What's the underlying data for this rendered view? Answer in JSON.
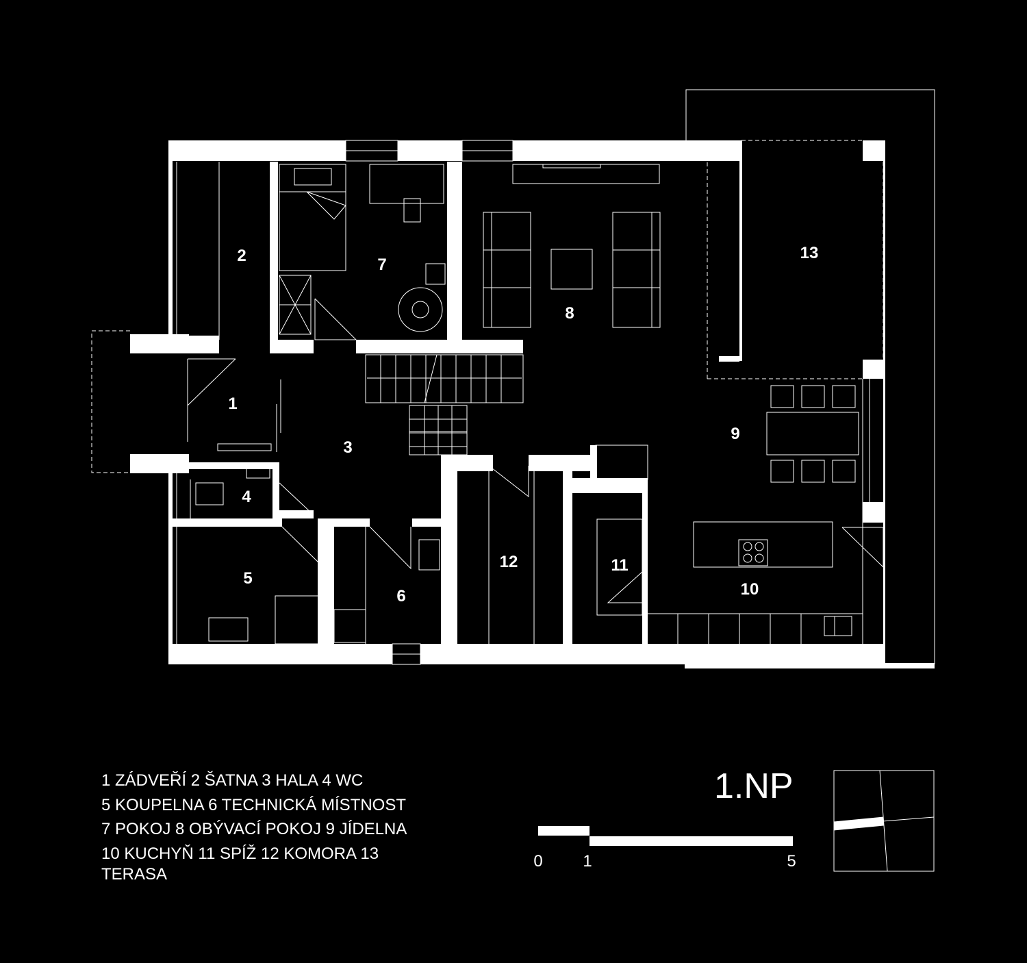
{
  "floor_title": "1.NP",
  "rooms": [
    {
      "number": "1"
    },
    {
      "number": "2"
    },
    {
      "number": "3"
    },
    {
      "number": "4"
    },
    {
      "number": "5"
    },
    {
      "number": "6"
    },
    {
      "number": "7"
    },
    {
      "number": "8"
    },
    {
      "number": "9"
    },
    {
      "number": "10"
    },
    {
      "number": "11"
    },
    {
      "number": "12"
    },
    {
      "number": "13"
    }
  ],
  "legend": {
    "line1": "1  ZÁDVEŘÍ  2  ŠATNA   3  HALA   4  WC",
    "line2": "5  KOUPELNA   6  TECHNICKÁ MÍSTNOST",
    "line3": "7  POKOJ  8  OBÝVACÍ POKOJ  9 JÍDELNA",
    "line4": "10  KUCHYŇ   11  SPÍŽ   12  KOMORA   13",
    "line5": "TERASA"
  },
  "scale_bar": {
    "labels": [
      "0",
      "1",
      "5"
    ]
  },
  "colors": {
    "background": "#000000",
    "walls": "#ffffff",
    "lines": "#ffffff"
  }
}
